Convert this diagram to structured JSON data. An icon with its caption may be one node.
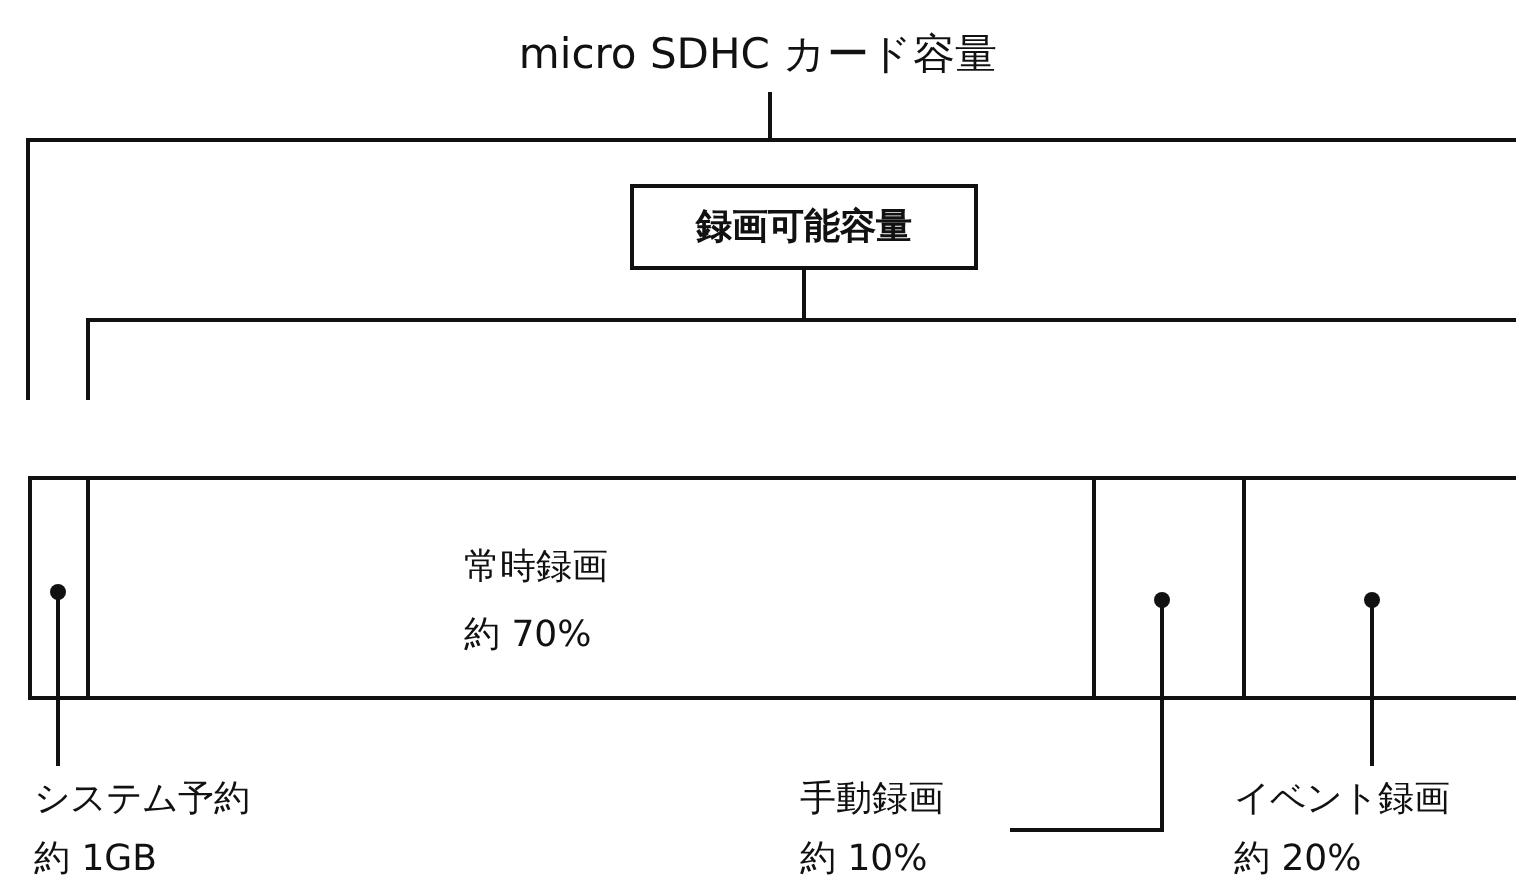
{
  "diagram": {
    "title": "micro SDHC カード容量",
    "nodes": [
      {
        "text": [
          "録画可能容量"
        ]
      },
      {
        "text": [],
        "shape": "box"
      },
      {
        "text": [
          "常時録画",
          "約 70%"
        ]
      },
      {
        "text": [],
        "shape": "box"
      },
      {
        "text": [],
        "shape": "box"
      },
      {
        "text": [
          "システム予約",
          "約 1GB"
        ]
      },
      {
        "text": [
          "手動録画",
          "約 10%"
        ]
      },
      {
        "text": [
          "イベント録画",
          "約 20%"
        ]
      }
    ],
    "edges": [
      {
        "from": 5,
        "to": 1,
        "arrow": "other"
      },
      {
        "from": 6,
        "to": 3,
        "arrow": "other"
      },
      {
        "from": 7,
        "to": 4,
        "arrow": "other"
      }
    ]
  }
}
